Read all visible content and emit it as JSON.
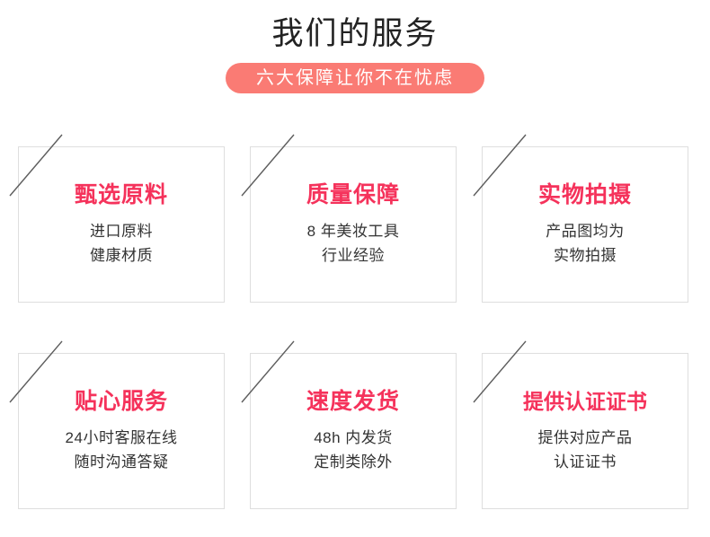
{
  "header": {
    "title": "我们的服务",
    "badge": "六大保障让你不在忧虑",
    "badge_color": "#fa7b74",
    "title_color": "#232323"
  },
  "theme": {
    "accent_red": "#f5325b",
    "card_border": "#dedede",
    "slash_color": "#5d5d5d",
    "subtitle_color": "#333333"
  },
  "cards": [
    {
      "title": "甄选原料",
      "line1": "进口原料",
      "line2": "健康材质"
    },
    {
      "title": "质量保障",
      "line1": "8 年美妆工具",
      "line2": "行业经验"
    },
    {
      "title": "实物拍摄",
      "line1": "产品图均为",
      "line2": "实物拍摄"
    },
    {
      "title": "贴心服务",
      "line1": "24小时客服在线",
      "line2": "随时沟通答疑"
    },
    {
      "title": "速度发货",
      "line1": "48h 内发货",
      "line2": "定制类除外"
    },
    {
      "title": "提供认证证书",
      "line1": "提供对应产品",
      "line2": "认证证书"
    }
  ]
}
